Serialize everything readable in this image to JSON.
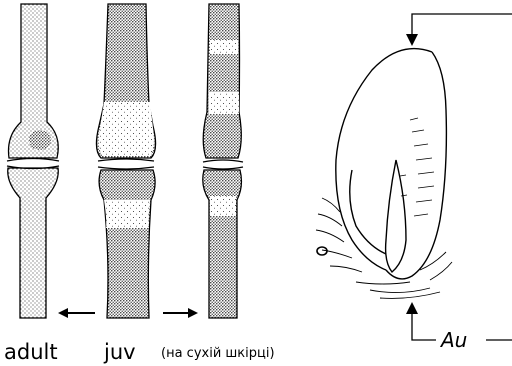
{
  "labels": {
    "adult": "adult",
    "juv": "juv",
    "note": "(на сухій шкірці)",
    "au": "Au"
  },
  "colors": {
    "ink": "#000000",
    "paper": "#ffffff",
    "stipple": "#8a8a8a"
  }
}
